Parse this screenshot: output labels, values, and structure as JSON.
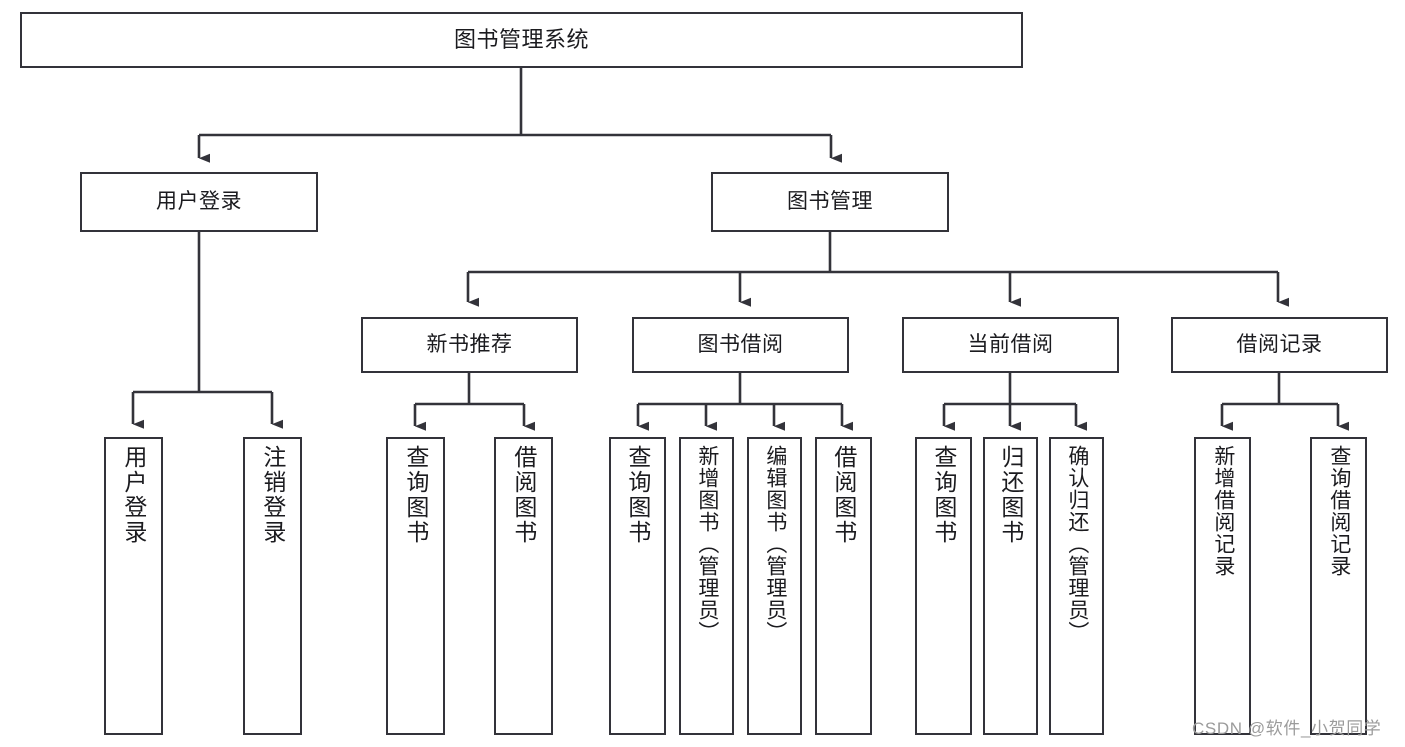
{
  "diagram": {
    "title": "图书管理系统",
    "type": "tree",
    "orientation": "top-down",
    "watermark": "CSDN @软件_小贺同学",
    "colors": {
      "stroke": "#33333a",
      "fill": "#ffffff",
      "text": "#1b1b1f",
      "watermark": "#9b9b9b"
    },
    "nodes": {
      "root": {
        "label": "图书管理系统"
      },
      "level1": [
        {
          "id": "user_login",
          "label": "用户登录"
        },
        {
          "id": "book_manage",
          "label": "图书管理"
        }
      ],
      "level2": [
        {
          "id": "new_book_rec",
          "label": "新书推荐",
          "parent": "book_manage"
        },
        {
          "id": "book_borrow",
          "label": "图书借阅",
          "parent": "book_manage"
        },
        {
          "id": "current_borrow",
          "label": "当前借阅",
          "parent": "book_manage"
        },
        {
          "id": "borrow_record",
          "label": "借阅记录",
          "parent": "book_manage"
        }
      ],
      "leaves": [
        {
          "id": "leaf_user_login",
          "label": "用户登录",
          "parent": "user_login"
        },
        {
          "id": "leaf_logout",
          "label": "注销登录",
          "parent": "user_login"
        },
        {
          "id": "leaf_query_book_1",
          "label": "查询图书",
          "parent": "new_book_rec"
        },
        {
          "id": "leaf_borrow_book_1",
          "label": "借阅图书",
          "parent": "new_book_rec"
        },
        {
          "id": "leaf_query_book_2",
          "label": "查询图书",
          "parent": "book_borrow"
        },
        {
          "id": "leaf_add_book",
          "label": "新增图书（管理员）",
          "parent": "book_borrow"
        },
        {
          "id": "leaf_edit_book",
          "label": "编辑图书（管理员）",
          "parent": "book_borrow"
        },
        {
          "id": "leaf_borrow_book_2",
          "label": "借阅图书",
          "parent": "book_borrow"
        },
        {
          "id": "leaf_query_book_3",
          "label": "查询图书",
          "parent": "current_borrow"
        },
        {
          "id": "leaf_return_book",
          "label": "归还图书",
          "parent": "current_borrow"
        },
        {
          "id": "leaf_confirm_return",
          "label": "确认归还（管理员）",
          "parent": "current_borrow"
        },
        {
          "id": "leaf_add_record",
          "label": "新增借阅记录",
          "parent": "borrow_record"
        },
        {
          "id": "leaf_query_record",
          "label": "查询借阅记录",
          "parent": "borrow_record"
        }
      ]
    }
  }
}
